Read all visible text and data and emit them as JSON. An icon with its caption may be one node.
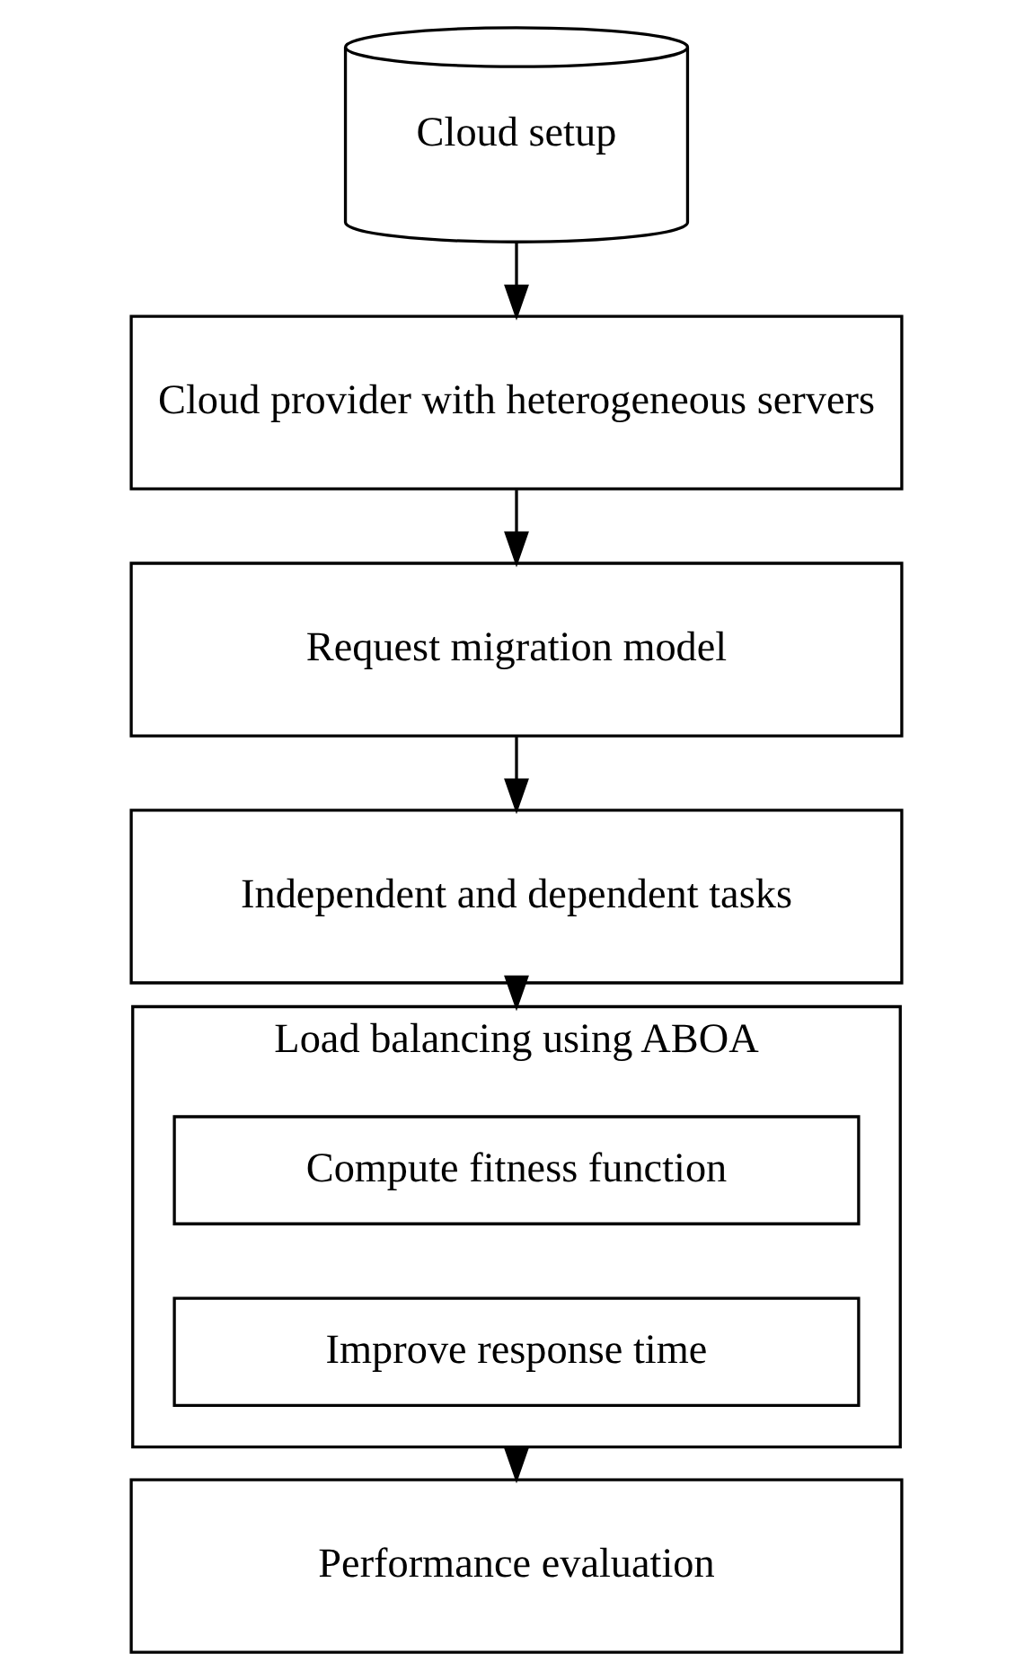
{
  "diagram": {
    "nodes": [
      {
        "text": [
          "Cloud setup"
        ]
      },
      {
        "text": [
          "Cloud provider with heterogeneous servers"
        ]
      },
      {
        "text": [
          "Request migration model"
        ]
      },
      {
        "text": [
          "Independent and dependent tasks"
        ]
      },
      {
        "text": [
          "Load balancing using ABOA"
        ]
      },
      {
        "text": [
          "Compute fitness function"
        ],
        "in": 4
      },
      {
        "text": [
          "Improve response time"
        ],
        "in": 4
      },
      {
        "text": [
          "Performance evaluation"
        ]
      }
    ],
    "edges": [
      {
        "from": 0,
        "to": 1,
        "arrow": "to"
      },
      {
        "from": 1,
        "to": 2,
        "arrow": "to"
      },
      {
        "from": 2,
        "to": 3,
        "arrow": "to"
      },
      {
        "from": 3,
        "to": 4,
        "arrow": "to"
      },
      {
        "from": 4,
        "to": 7,
        "arrow": "to"
      }
    ]
  }
}
